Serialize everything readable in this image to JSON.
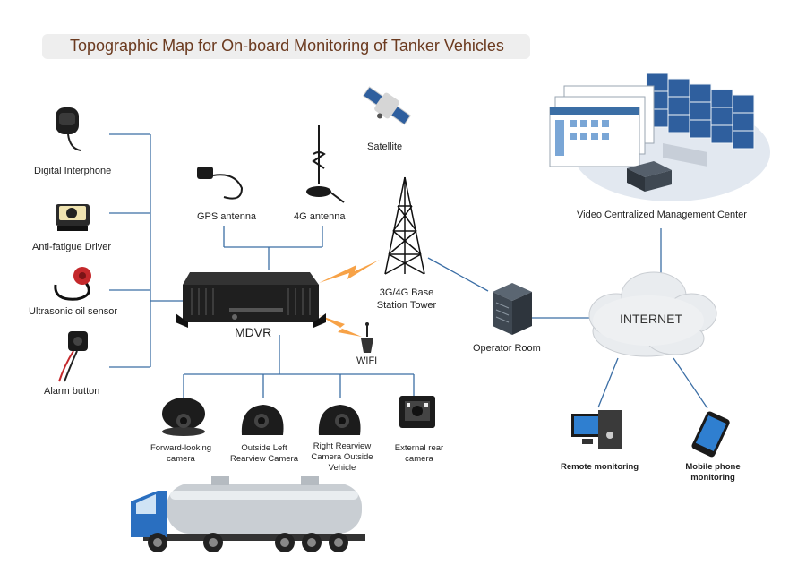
{
  "title": "Topographic Map for On-board Monitoring of Tanker Vehicles",
  "colors": {
    "line": "#3b6ea5",
    "signal": "#f7a247",
    "title_text": "#6b3a1f"
  },
  "devices_left": {
    "interphone": "Digital Interphone",
    "antifatigue": "Anti-fatigue Driver",
    "ultrasonic": "Ultrasonic oil sensor",
    "alarm": "Alarm button"
  },
  "antennas": {
    "gps": "GPS antenna",
    "g4": "4G antenna"
  },
  "mdvr": "MDVR",
  "satellite": "Satellite",
  "wifi": "WIFI",
  "tower": {
    "line1": "3G/4G Base",
    "line2": "Station Tower"
  },
  "operator_room": "Operator Room",
  "internet": "INTERNET",
  "center": "Video Centralized Management Center",
  "cameras": {
    "forward": {
      "line1": "Forward-looking",
      "line2": "camera"
    },
    "left": {
      "line1": "Outside Left",
      "line2": "Rearview Camera"
    },
    "right": {
      "line1": "Right Rearview",
      "line2": "Camera Outside",
      "line3": "Vehicle"
    },
    "rear": {
      "line1": "External rear",
      "line2": "camera"
    }
  },
  "remote": "Remote monitoring",
  "mobile": {
    "line1": "Mobile phone",
    "line2": "monitoring"
  }
}
